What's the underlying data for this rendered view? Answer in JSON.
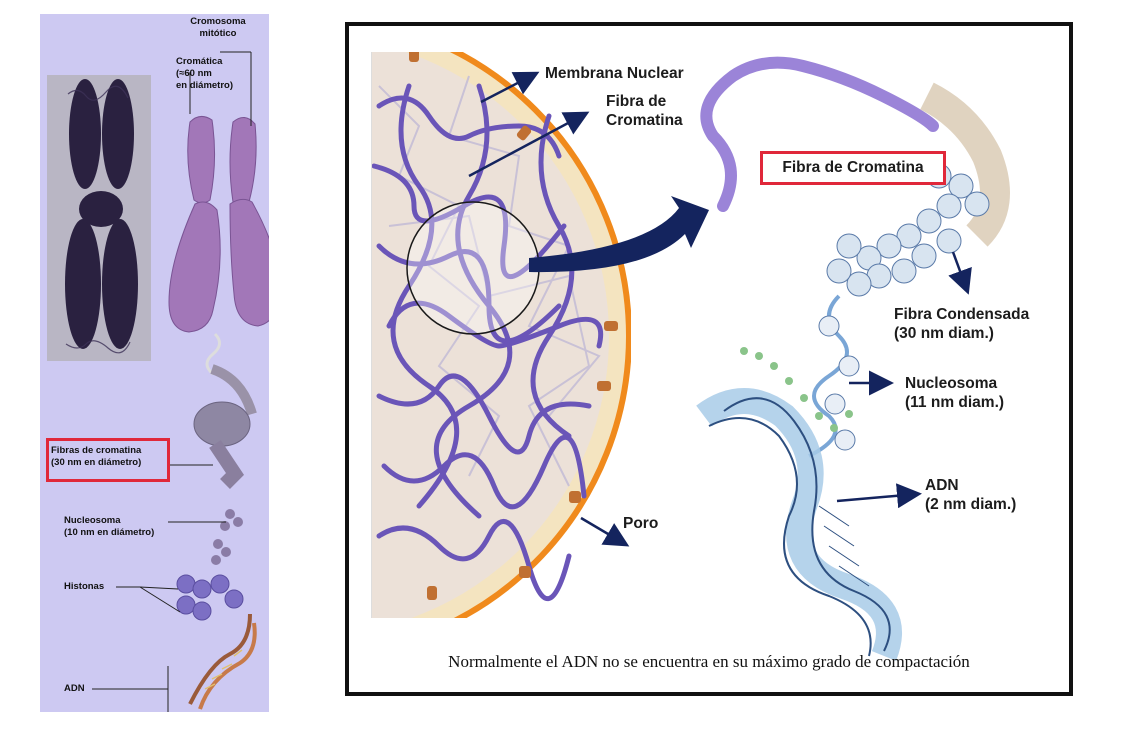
{
  "left_panel": {
    "labels": {
      "cromosoma_mitotico": [
        "Cromosoma",
        "mitótico"
      ],
      "cromatica": [
        "Cromática",
        "(≈60 nm",
        "en diámetro)"
      ],
      "fibras_cromatina": [
        "Fibras de cromatina",
        "(30 nm en diámetro)"
      ],
      "nucleosoma": [
        "Nucleosoma",
        "(10 nm en diámetro)"
      ],
      "histonas": "Histonas",
      "adn": "ADN"
    }
  },
  "right_panel": {
    "labels": {
      "membrana_nuclear": "Membrana Nuclear",
      "fibra_de_cromatina_nucleo": [
        "Fibra de",
        "Cromatina"
      ],
      "fibra_de_cromatina_boxed": "Fibra de Cromatina",
      "fibra_condensada": [
        "Fibra Condensada",
        "(30 nm diam.)"
      ],
      "nucleosoma": [
        "Nucleosoma",
        "(11 nm diam.)"
      ],
      "adn": [
        "ADN",
        "(2 nm diam.)"
      ],
      "poro": "Poro"
    },
    "caption": "Normalmente el ADN no se encuentra en su máximo grado de compactación"
  },
  "colors": {
    "left_background": "#cdc9f2",
    "highlight_box": "#e0283a",
    "nucleus_membrane": "#f08a1c",
    "chromatin": "#6a55b8",
    "arrow": "#14245e",
    "dna_blue": "#9ec6e8"
  }
}
